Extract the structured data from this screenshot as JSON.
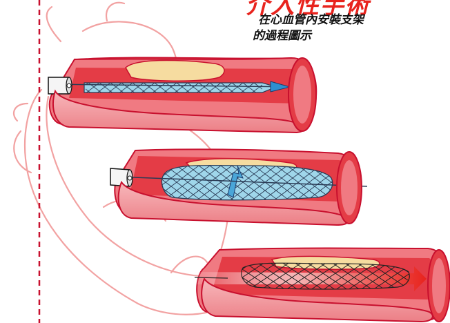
{
  "title": "介入性手術",
  "subtitle": {
    "line1": "在心血管內安裝支架",
    "line2": "的過程圖示"
  },
  "colors": {
    "accent": "#e8231d",
    "vessel_outer": "#c8102e",
    "vessel_wall": "#f4a3a8",
    "vessel_lumen": "#e0404a",
    "plaque": "#f6dca0",
    "stent": "#9fd6ea",
    "heart_outline": "#f2a2a2",
    "divider": "#c8102e"
  },
  "icons": [
    "catheter-icon",
    "balloon-stent-icon",
    "arrow-right-icon"
  ]
}
